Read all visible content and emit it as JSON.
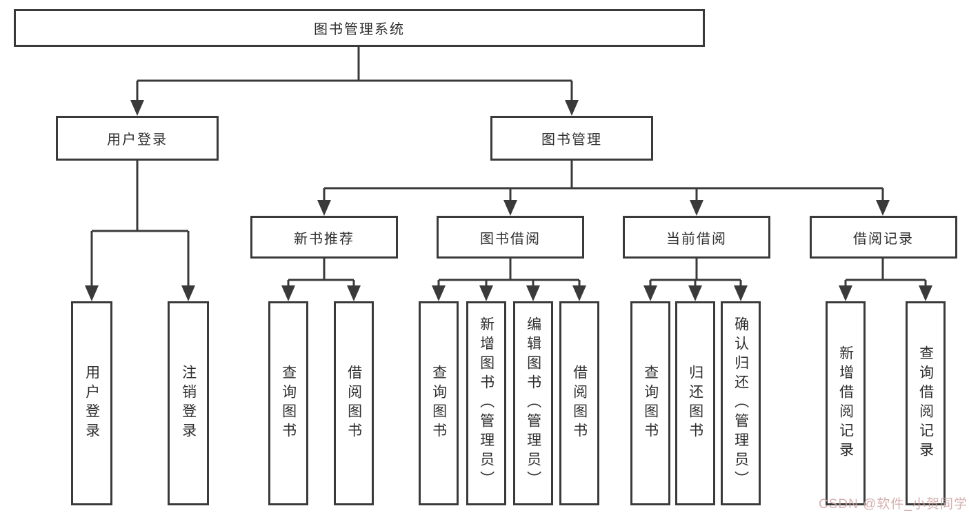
{
  "theme": {
    "ink": "#3a3a3a",
    "text": "#2e2e2e",
    "background": "#ffffff",
    "watermark_color": "#cfa3a3"
  },
  "tree": {
    "root": {
      "label": "图书管理系统"
    },
    "level2": [
      {
        "label": "用户登录"
      },
      {
        "label": "图书管理"
      }
    ],
    "level3": [
      {
        "label": "新书推荐",
        "parent": "图书管理"
      },
      {
        "label": "图书借阅",
        "parent": "图书管理"
      },
      {
        "label": "当前借阅",
        "parent": "图书管理"
      },
      {
        "label": "借阅记录",
        "parent": "图书管理"
      }
    ],
    "leaves": [
      {
        "label": "用户登录",
        "parent": "用户登录"
      },
      {
        "label": "注销登录",
        "parent": "用户登录"
      },
      {
        "label": "查询图书",
        "parent": "新书推荐"
      },
      {
        "label": "借阅图书",
        "parent": "新书推荐"
      },
      {
        "label": "查询图书",
        "parent": "图书借阅"
      },
      {
        "label": "新增图书（管理员）",
        "parent": "图书借阅"
      },
      {
        "label": "编辑图书（管理员）",
        "parent": "图书借阅"
      },
      {
        "label": "借阅图书",
        "parent": "图书借阅"
      },
      {
        "label": "查询图书",
        "parent": "当前借阅"
      },
      {
        "label": "归还图书",
        "parent": "当前借阅"
      },
      {
        "label": "确认归还（管理员）",
        "parent": "当前借阅"
      },
      {
        "label": "新增借阅记录",
        "parent": "借阅记录"
      },
      {
        "label": "查询借阅记录",
        "parent": "借阅记录"
      }
    ]
  },
  "watermark": {
    "text": "CSDN @软件_小贺同学"
  }
}
